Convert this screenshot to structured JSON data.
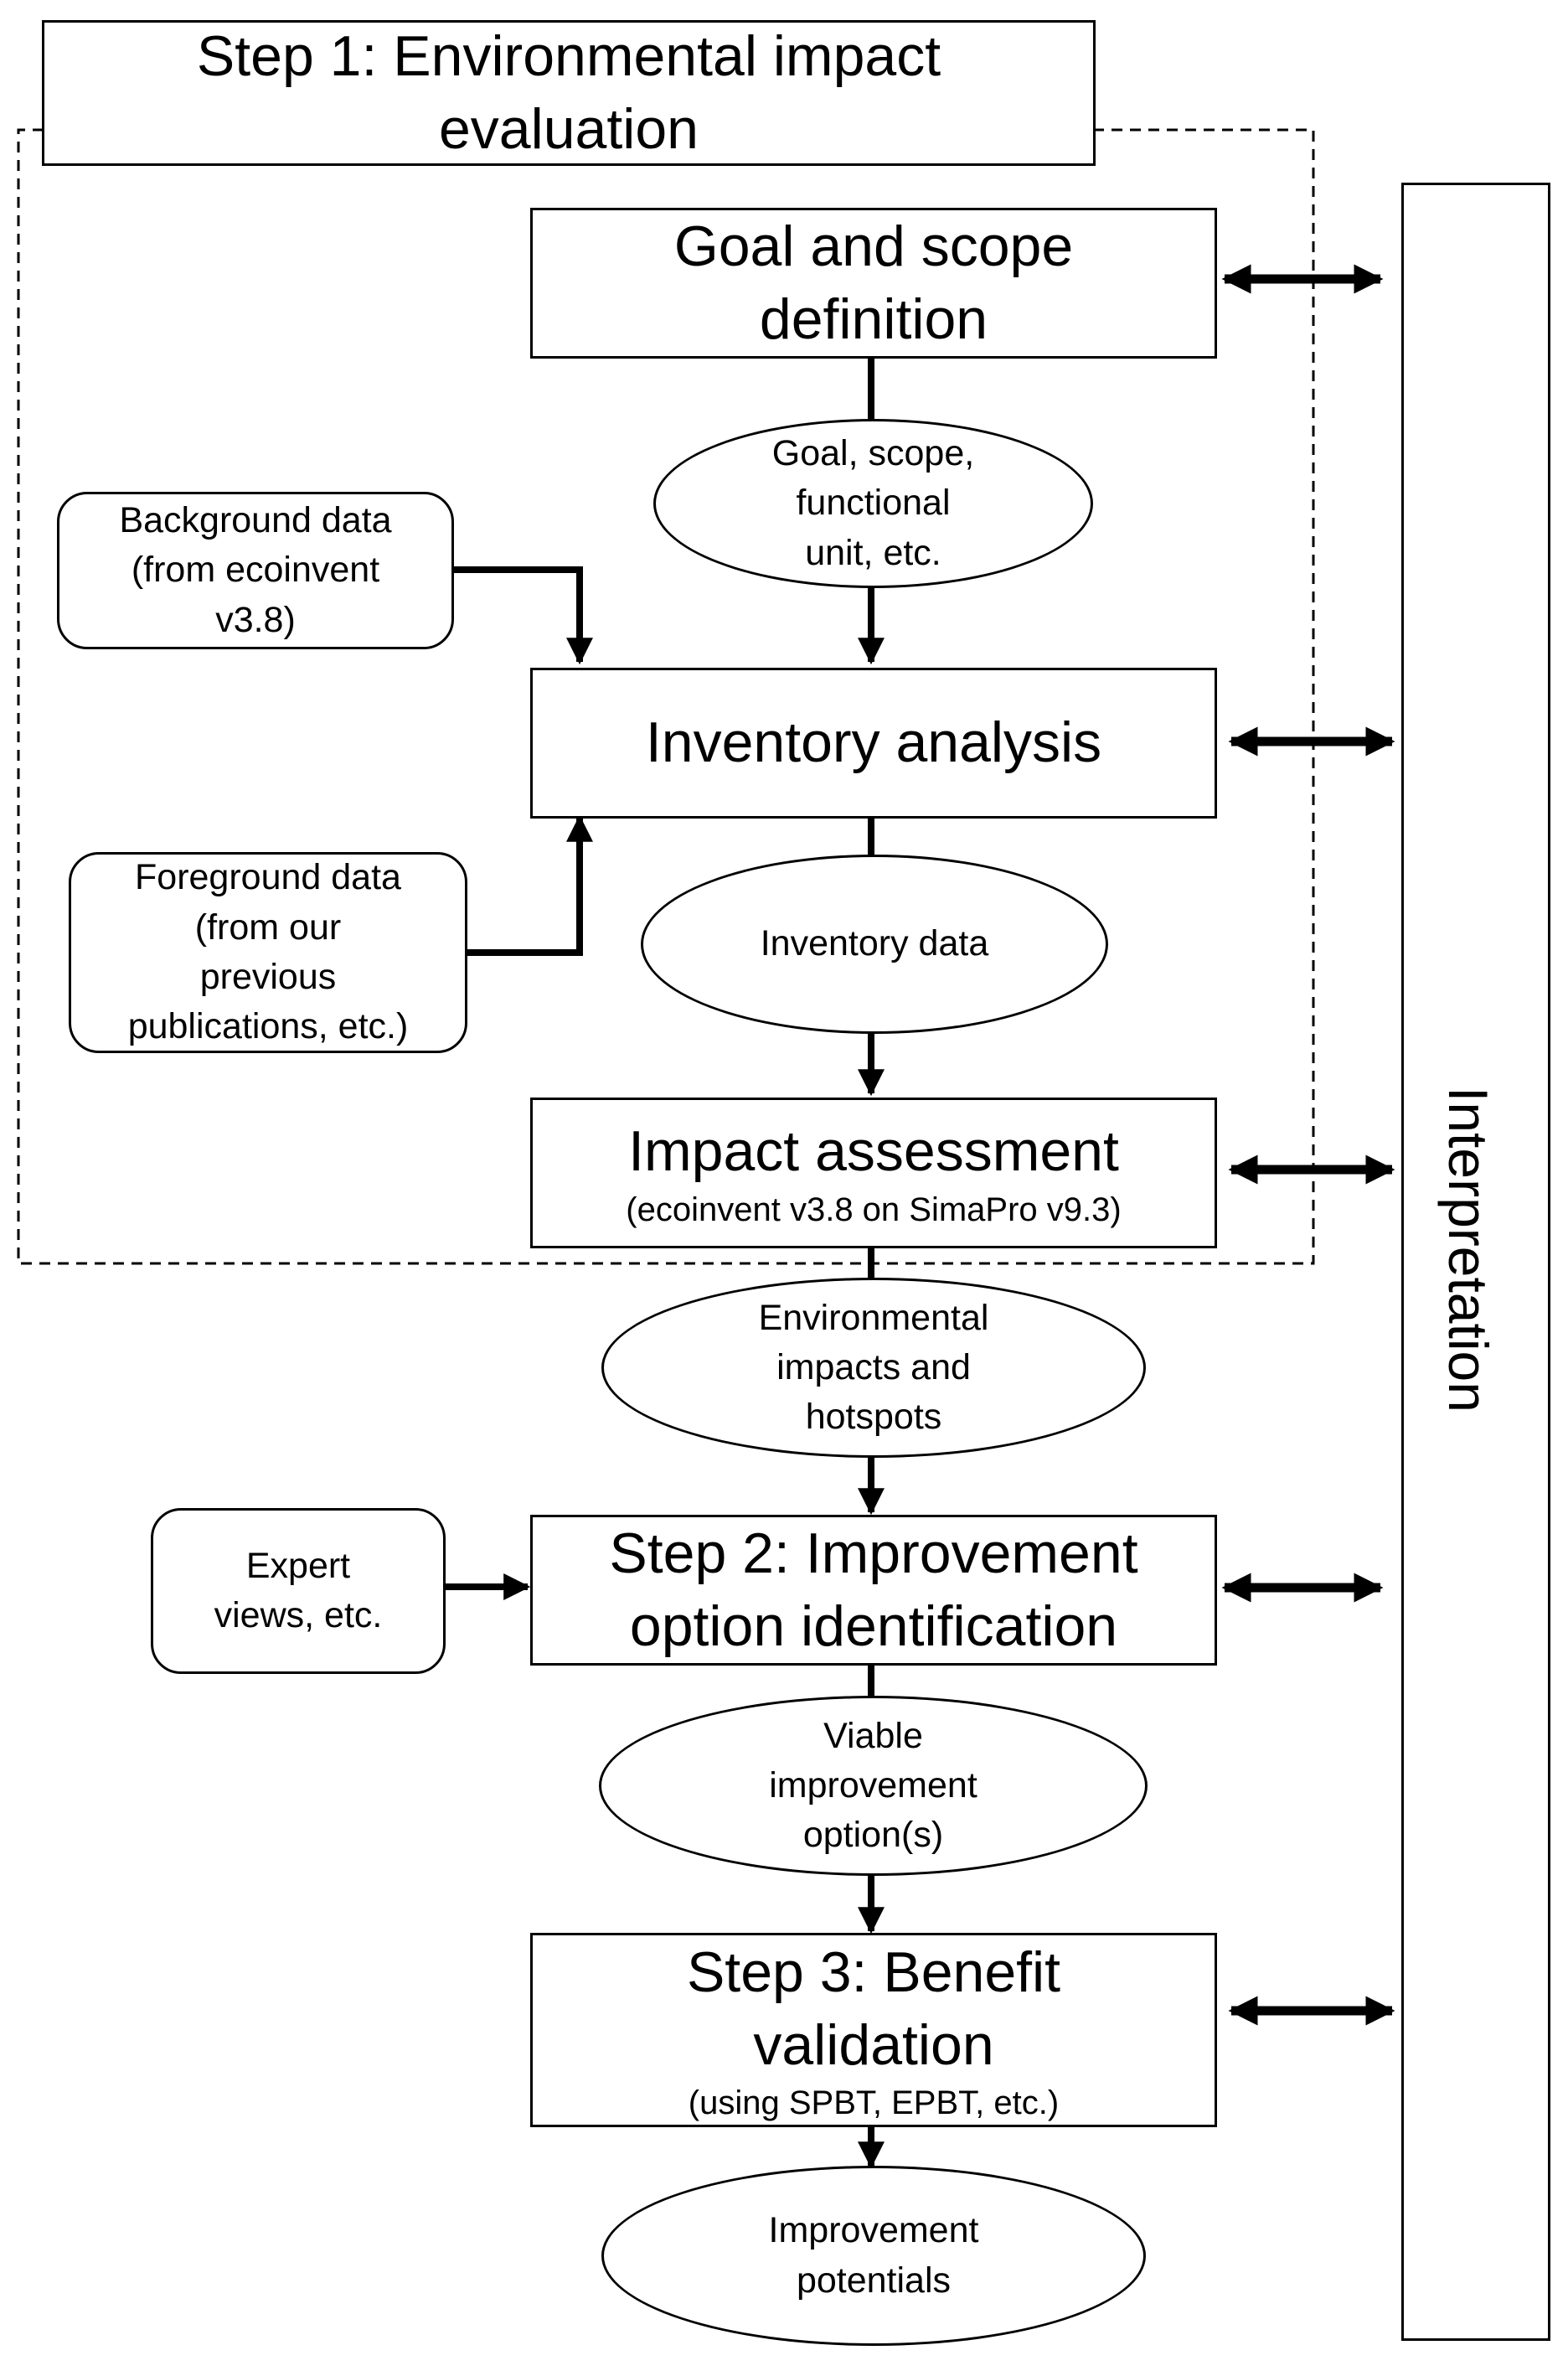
{
  "step1": {
    "title": "Step 1: Environmental impact\nevaluation"
  },
  "goal_scope": {
    "title": "Goal and scope\ndefinition",
    "output": "Goal, scope,\nfunctional\nunit, etc."
  },
  "background_data": "Background data\n(from ecoinvent\nv3.8)",
  "foreground_data": "Foreground  data\n(from our\nprevious\npublications, etc.)",
  "inventory": {
    "title": "Inventory analysis",
    "output": "Inventory  data"
  },
  "impact": {
    "title": "Impact assessment",
    "subtitle": "(ecoinvent v3.8 on SimaPro v9.3)",
    "output": "Environmental\nimpacts and\nhotspots"
  },
  "expert_views": "Expert\nviews, etc.",
  "step2": {
    "title": "Step 2: Improvement\noption identification",
    "output": "Viable\nimprovement\noption(s)"
  },
  "step3": {
    "title": "Step 3: Benefit\nvalidation",
    "subtitle": "(using SPBT, EPBT, etc.)",
    "output": "Improvement\npotentials"
  },
  "interpretation": "Interpretation",
  "colors": {
    "stroke": "#000000",
    "background": "#ffffff"
  }
}
